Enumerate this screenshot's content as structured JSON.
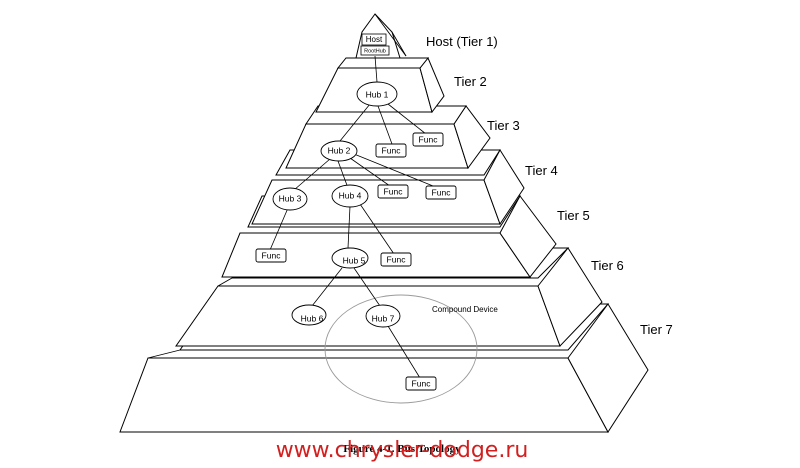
{
  "tiers": [
    {
      "id": "t1",
      "label": "Host (Tier 1)"
    },
    {
      "id": "t2",
      "label": "Tier 2"
    },
    {
      "id": "t3",
      "label": "Tier 3"
    },
    {
      "id": "t4",
      "label": "Tier 4"
    },
    {
      "id": "t5",
      "label": "Tier 5"
    },
    {
      "id": "t6",
      "label": "Tier 6"
    },
    {
      "id": "t7",
      "label": "Tier 7"
    }
  ],
  "host": {
    "label": "Host",
    "sublabel": "RootHub"
  },
  "hubs": {
    "hub1": "Hub 1",
    "hub2": "Hub 2",
    "hub3": "Hub 3",
    "hub4": "Hub 4",
    "hub5": "Hub 5",
    "hub6": "Hub 6",
    "hub7": "Hub 7"
  },
  "func_label": "Func",
  "compound_device": "Compound Device",
  "caption": "Figure 4-1. Bus Topology",
  "watermark": "www.chrysler-dodge.ru",
  "colors": {
    "watermark": "#d21f1f",
    "lines": "#000000",
    "compound_outline": "#9a9a9a"
  }
}
